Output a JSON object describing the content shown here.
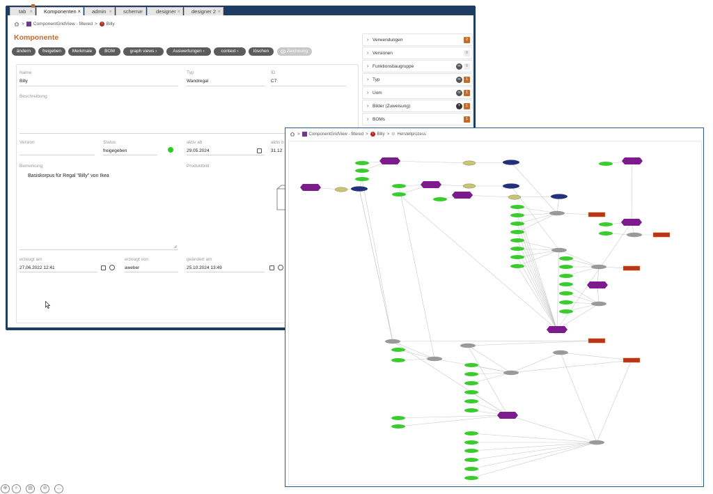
{
  "tabs": [
    {
      "label": "tab",
      "active": false
    },
    {
      "label": "Komponenten",
      "active": true
    },
    {
      "label": "admin",
      "active": false
    },
    {
      "label": "schema",
      "active": false
    },
    {
      "label": "designer",
      "active": false
    },
    {
      "label": "designer 2",
      "active": false
    }
  ],
  "tab_close": "×",
  "breadcrumb": {
    "view": "ComponentGridView - filtered",
    "item": "Billy",
    "step": "Herstellprozess",
    "sep": ">"
  },
  "page_title": "Komponente",
  "actions": [
    {
      "label": "ändern"
    },
    {
      "label": "freigeben"
    },
    {
      "label": "Merkmale"
    },
    {
      "label": "BOM"
    },
    {
      "label": "graph views ›"
    },
    {
      "label": "Auswertungen ›"
    },
    {
      "label": "context ›"
    },
    {
      "label": "löschen"
    },
    {
      "label": "Zeichnung"
    }
  ],
  "form": {
    "name_label": "Name",
    "name": "Billy",
    "typ_label": "Typ",
    "typ": "Wandregal",
    "id_label": "ID",
    "id": "C7",
    "beschreibung_label": "Beschreibung",
    "version_label": "Version",
    "status_label": "Status",
    "status": "freigegeben",
    "aktiv_ab_label": "aktiv ab",
    "aktiv_ab": "29.05.2024",
    "aktiv_bis_label": "aktiv b",
    "aktiv_bis": "31.12",
    "bemerkung_label": "Bemerkung",
    "bemerkung": "Basiskorpus für Regal \"Billy\" von Ikea",
    "produktbild_label": "Produktbild",
    "erzeugt_am_label": "erzeugt am",
    "erzeugt_am": "27.06.2022 12:41",
    "erzeugt_von_label": "erzeugt von",
    "erzeugt_von": "aweber",
    "geaendert_am_label": "geändert am",
    "geaendert_am": "25.10.2024 13:49"
  },
  "sidebar": [
    {
      "label": "Verwendungen",
      "badge": "2",
      "badge_style": "orange",
      "icon": ""
    },
    {
      "label": "Versionen",
      "badge": "0",
      "badge_style": "grey",
      "icon": ""
    },
    {
      "label": "Funktionsbaugruppe",
      "badge": "0",
      "badge_style": "grey",
      "icon": "link-icon"
    },
    {
      "label": "Typ",
      "badge": "1",
      "badge_style": "orange",
      "icon": "link-icon"
    },
    {
      "label": "Uom",
      "badge": "1",
      "badge_style": "orange",
      "icon": "link-icon"
    },
    {
      "label": "Bilder (Zuweisung)",
      "badge": "1",
      "badge_style": "orange",
      "icon": "plus-icon"
    },
    {
      "label": "BOMs",
      "badge": "1",
      "badge_style": "orange",
      "icon": ""
    }
  ],
  "colors": {
    "accent": "#c46a2d",
    "header": "#1f3c63",
    "frame2": "#1f5e97",
    "green_node": "#39cc2c",
    "purple_node": "#7c1c8c",
    "navy_node": "#23307a",
    "grey_node": "#9a9a9a",
    "red_node": "#b8341c"
  }
}
